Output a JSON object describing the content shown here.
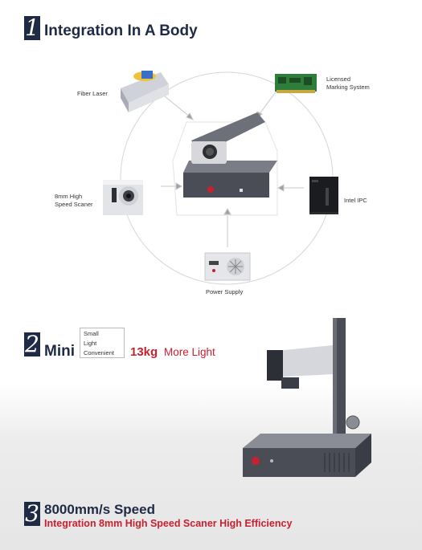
{
  "section1": {
    "number": "1",
    "title": "Integration In A Body"
  },
  "components": {
    "fiber_laser": "Fiber Laser",
    "marking_system": [
      "Licensed",
      "Marking System"
    ],
    "scanner": [
      "8mm High",
      "Speed Scaner"
    ],
    "ipc": "Intel IPC",
    "power_supply": "Power Supply"
  },
  "section2": {
    "number": "2",
    "title": "Mini",
    "features": [
      "Small",
      "Light",
      "Convenient"
    ],
    "weight": "13kg",
    "weight_suffix": "More Light"
  },
  "section3": {
    "number": "3",
    "title": "8000mm/s Speed",
    "subtitle": "Integration 8mm High Speed Scaner High Efficiency"
  },
  "colors": {
    "navy": "#1f2a44",
    "red": "#c8202f"
  }
}
